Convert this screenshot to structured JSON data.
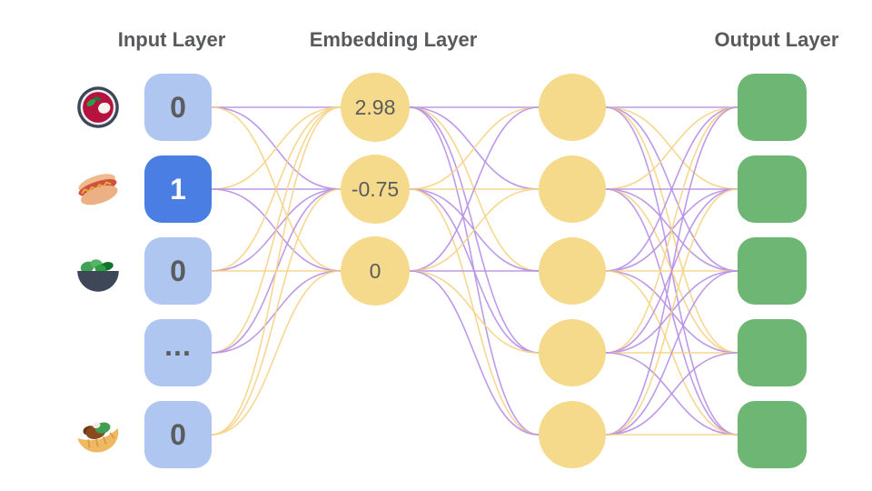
{
  "diagram": {
    "type": "neural-network-embedding-illustration",
    "titles": {
      "input": "Input Layer",
      "embedding": "Embedding Layer",
      "output": "Output Layer"
    },
    "input_layer": {
      "nodes": [
        {
          "value": "0",
          "icon": "borscht-soup-icon",
          "active": false
        },
        {
          "value": "1",
          "icon": "hot-dog-icon",
          "active": true
        },
        {
          "value": "0",
          "icon": "green-salad-icon",
          "active": false
        },
        {
          "value": "...",
          "icon": "",
          "active": false
        },
        {
          "value": "0",
          "icon": "stuffed-flatbread-icon",
          "active": false
        }
      ]
    },
    "embedding_layer": {
      "nodes": [
        "2.98",
        "-0.75",
        "0"
      ]
    },
    "hidden_layer": {
      "node_count": 5
    },
    "output_layer": {
      "node_count": 5
    },
    "edges": {
      "input_to_embedding": [
        [
          "P",
          "P",
          "Y"
        ],
        [
          "Y",
          "P",
          "P"
        ],
        [
          "Y",
          "P",
          "Y"
        ],
        [
          "Y",
          "P",
          "P"
        ],
        [
          "Y",
          "Y",
          "Y"
        ]
      ],
      "embedding_to_hidden": [
        [
          "P",
          "P",
          "Y",
          "P",
          "P"
        ],
        [
          "Y",
          "Y",
          "P",
          "P",
          "Y"
        ],
        [
          "P",
          "Y",
          "P",
          "Y",
          "P"
        ]
      ],
      "hidden_to_output": [
        [
          "P",
          "Y",
          "P",
          "Y",
          "P"
        ],
        [
          "Y",
          "P",
          "P",
          "Y",
          "P"
        ],
        [
          "P",
          "P",
          "Y",
          "P",
          "Y"
        ],
        [
          "Y",
          "P",
          "P",
          "Y",
          "P"
        ],
        [
          "P",
          "Y",
          "P",
          "P",
          "Y"
        ]
      ]
    },
    "colors": {
      "edge_purple": "#b78fe6",
      "edge_yellow": "#f6d385",
      "input_box": "#aec6f0",
      "input_box_active": "#4a7ee2",
      "node_yellow": "#f5da8c",
      "output_green": "#6db674",
      "title_text": "#58595b",
      "value_text": "#5b5c5e",
      "active_value_text": "#ffffff",
      "background": "#ffffff"
    }
  }
}
